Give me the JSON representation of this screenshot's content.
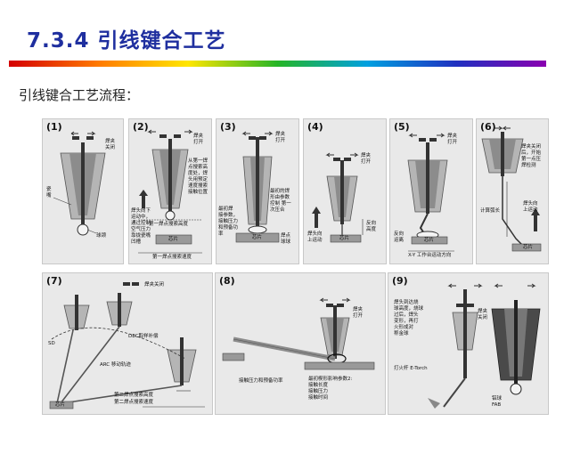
{
  "title": "7.3.4  引线键合工艺",
  "subtitle": "引线键合工艺流程：",
  "colors": {
    "title": "#1f2f9f",
    "panel_bg": "#e9e9e9",
    "capillary": "#8c8c8c"
  },
  "panels": [
    {
      "label": "(1)",
      "notes": {
        "a": "焊夹\n关闭",
        "b": "瓷\n嘴",
        "c": "球颈"
      }
    },
    {
      "label": "(2)",
      "notes": {
        "a": "焊夹\n打开",
        "b": "从第一焊\n点搜索高\n度处，焊\n头用预定\n速度搜索\n接触位置",
        "c": "焊头向下\n运动中，\n通过控制\n空气压力\n靠拢瓷嘴\n凹槽",
        "d": "第一焊点搜索高度",
        "e": "第一焊点搜索速度",
        "f": "芯片"
      }
    },
    {
      "label": "(3)",
      "notes": {
        "a": "焊夹\n打开",
        "b": "最初的焊\n形由参数\n控制 第一\n次压合",
        "c": "最初焊\n接参数，\n接触压力\n和预备功\n率",
        "d": "芯片",
        "e": "焊点\n球球"
      }
    },
    {
      "label": "(4)",
      "notes": {
        "a": "焊夹\n打开",
        "b": "焊头向\n上运动",
        "c": "反向\n高度",
        "d": "芯片"
      }
    },
    {
      "label": "(5)",
      "notes": {
        "a": "焊夹\n打开",
        "b": "反向\n运离",
        "c": "X-Y 工作台运动方向",
        "d": "芯片"
      }
    },
    {
      "label": "(6)",
      "notes": {
        "a": "焊夹关闭\n后，开始\n第一点压\n焊检测",
        "b": "焊头向\n上运动",
        "c": "计算弧长",
        "d": "芯片"
      }
    },
    {
      "label": "(7)",
      "notes": {
        "a": "焊夹关闭",
        "b": "DEC取样补偿",
        "c": "ARC 移动轨迹",
        "d": "SD",
        "e": "第二焊点搜索高度",
        "f": "第二焊点搜索速度",
        "g": "芯片"
      }
    },
    {
      "label": "(8)",
      "notes": {
        "a": "焊夹\n打开",
        "b": "接触压力和预备功率",
        "c": "最初楔形影响参数2:\n接触长度\n接触压力\n接触时间"
      }
    },
    {
      "label": "(9)",
      "notes": {
        "a": "焊头到达烧\n球高度，烧球\n过后，焊头\n变形，再打\n火形成对\n称金球",
        "b": "焊夹\n关闭",
        "c": "打火杆 E-Torch",
        "d": "铝球\nFAB"
      }
    }
  ]
}
